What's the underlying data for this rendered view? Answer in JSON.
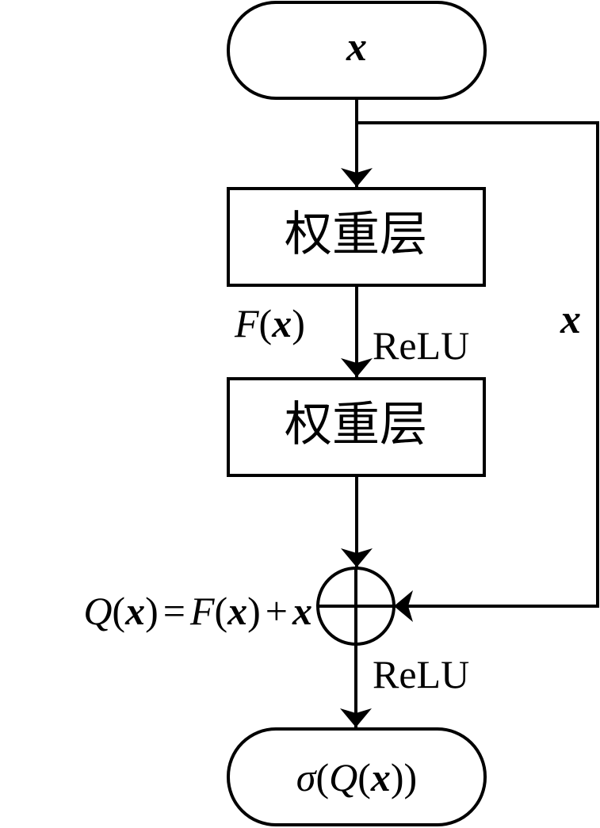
{
  "nodes": {
    "input": "x",
    "layer1": "权重层",
    "layer2": "权重层",
    "output": {
      "sigma": "σ",
      "q": "Q",
      "x": "x"
    }
  },
  "edges": {
    "fx_label": {
      "f": "F",
      "x": "x"
    },
    "relu1": "ReLU",
    "skip_x": "x",
    "relu2": "ReLU"
  },
  "sum_equation": {
    "q": "Q",
    "x1": "x",
    "eq": "=",
    "f": "F",
    "x2": "x",
    "plus": "+",
    "x3": "x"
  }
}
